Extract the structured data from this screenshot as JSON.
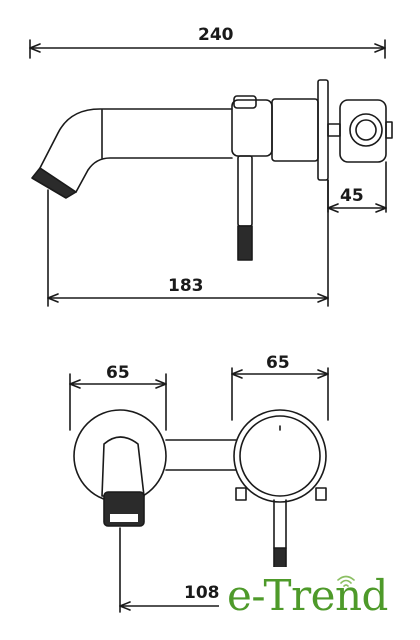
{
  "diagram": {
    "side_view": {
      "overall_length": "240",
      "spout_reach": "183",
      "plate_depth": "45"
    },
    "front_view": {
      "spout_plate_diameter": "65",
      "handle_plate_diameter": "65",
      "centre_distance": "108"
    }
  },
  "brand": {
    "logo_text": "e-Trend",
    "logo_color": "#4e9a2a"
  }
}
